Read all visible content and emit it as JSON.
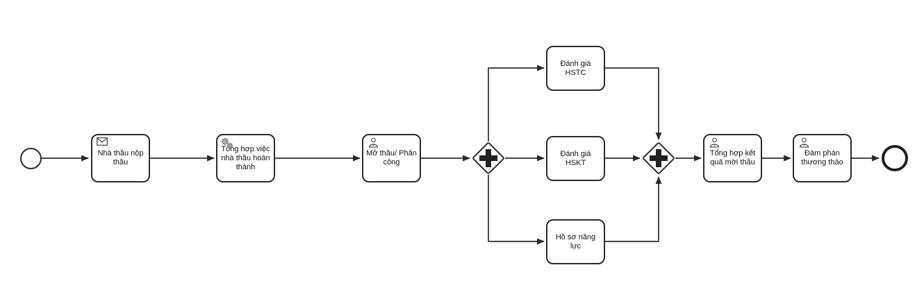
{
  "diagram": {
    "type": "bpmn-process-flow",
    "background_color": "#ffffff",
    "stroke_color": "#2b2b2b",
    "nodes": {
      "start": {
        "type": "start-event"
      },
      "submit_bid": {
        "label": "Nhà thầu nộp thầu",
        "icon": "message-envelope-icon"
      },
      "aggregate_completion": {
        "label": "Tổng hợp việc nhà thầu hoàn thành",
        "icon": "service-gears-icon"
      },
      "open_assign": {
        "label": "Mở thầu/ Phân công",
        "icon": "user-icon"
      },
      "gateway_split": {
        "type": "parallel-gateway",
        "symbol": "plus"
      },
      "eval_hstc": {
        "label": "Đánh giá HSTC"
      },
      "eval_hskt": {
        "label": "Đánh giá HSKT"
      },
      "capability_profile": {
        "label": "Hồ sơ năng lực"
      },
      "gateway_join": {
        "type": "parallel-gateway",
        "symbol": "plus"
      },
      "aggregate_results": {
        "label": "Tổng hợp kết quả mời thầu",
        "icon": "user-icon"
      },
      "negotiation": {
        "label": "Đàm phán thương thảo",
        "icon": "user-icon"
      },
      "end": {
        "type": "end-event"
      }
    }
  }
}
